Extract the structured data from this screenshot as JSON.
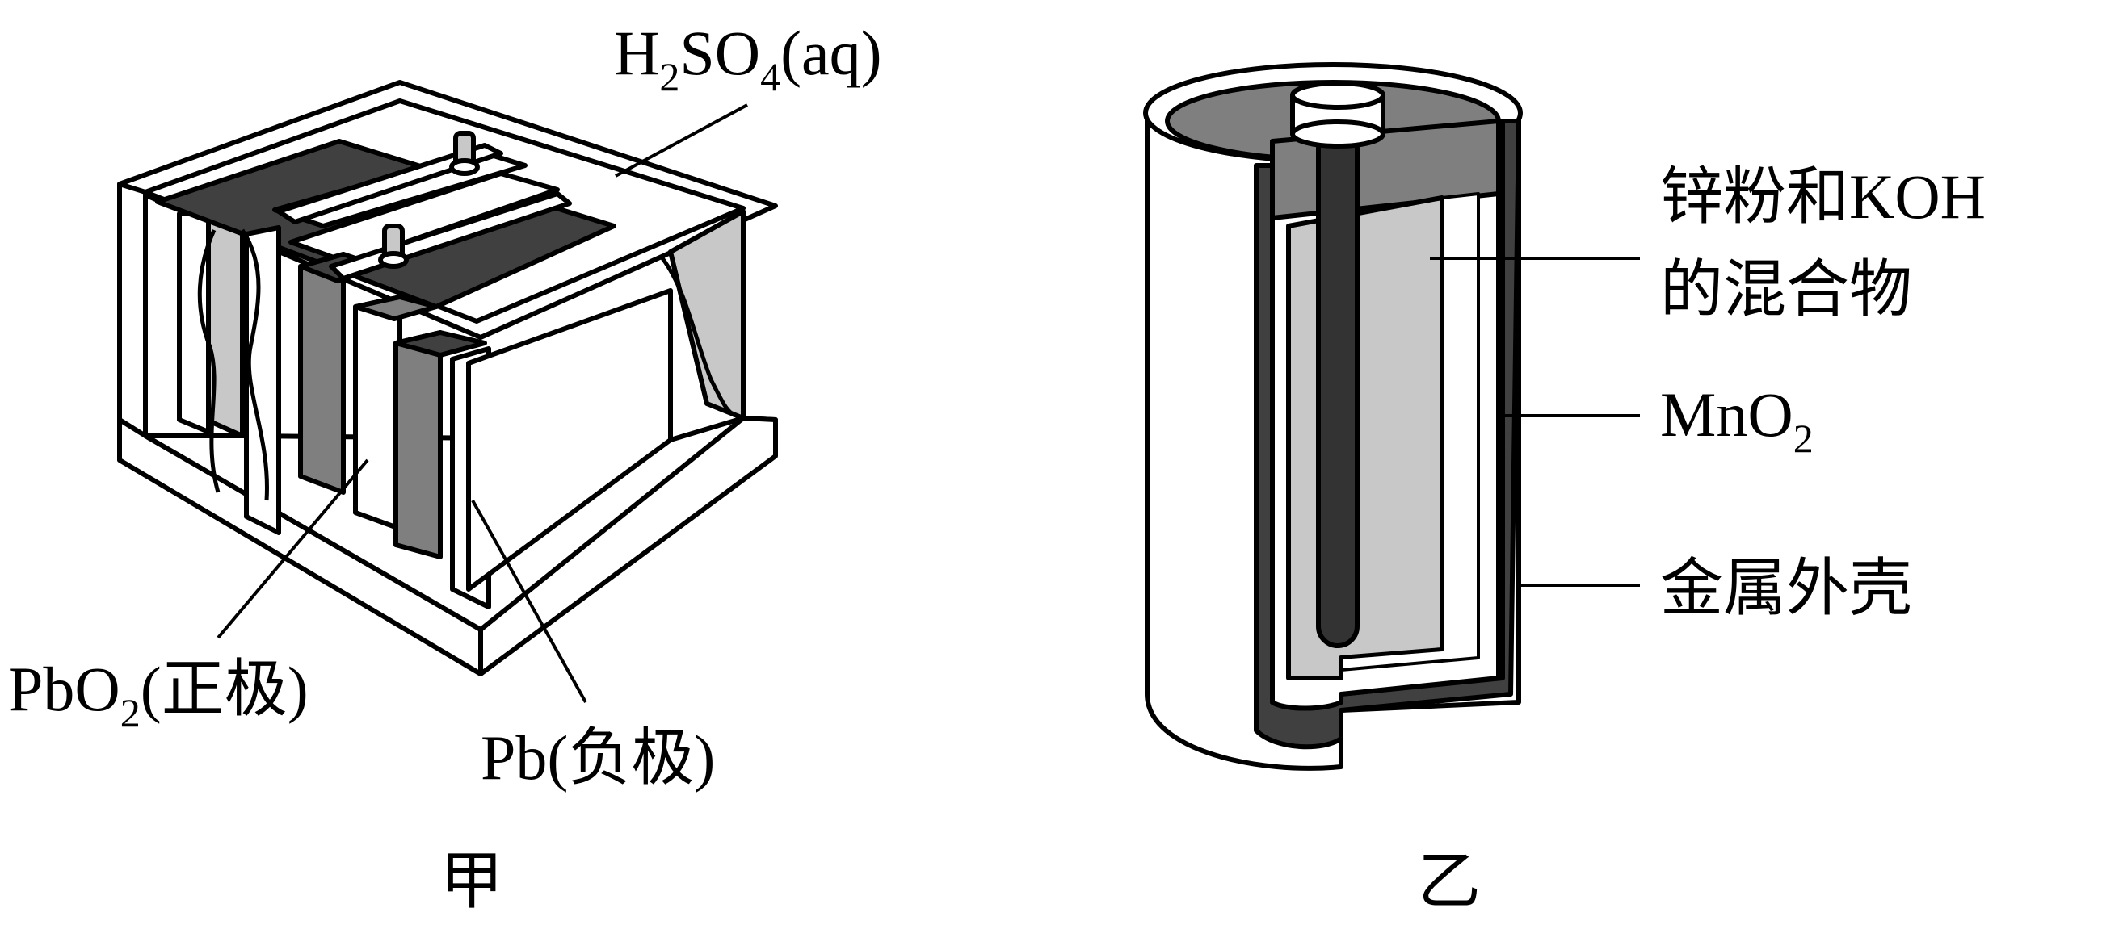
{
  "figure_a": {
    "caption": "甲",
    "electrolyte_label": {
      "base": "H",
      "sub1": "2",
      "mid": "SO",
      "sub2": "4",
      "tail": "(aq)"
    },
    "positive_label": {
      "base": "PbO",
      "sub": "2",
      "tail": "(正极)"
    },
    "negative_label": "Pb(负极)"
  },
  "figure_b": {
    "caption": "乙",
    "anode_label_line1": "锌粉和KOH",
    "anode_label_line2": "的混合物",
    "cathode_label": {
      "base": "MnO",
      "sub": "2"
    },
    "shell_label": "金属外壳"
  },
  "colors": {
    "line": "#000000",
    "dark_plate": "#404040",
    "mid_plate": "#7f7f7f",
    "light_fill": "#c8c8c8",
    "rod": "#333333"
  }
}
